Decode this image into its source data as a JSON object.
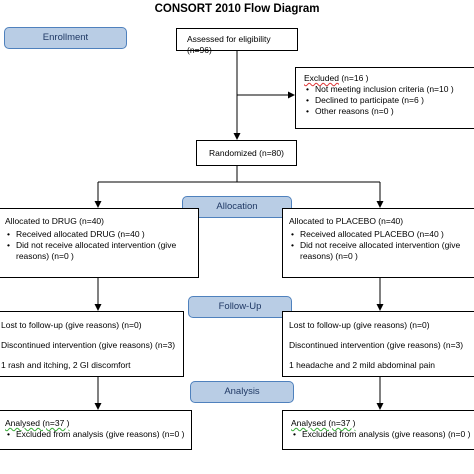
{
  "title": "CONSORT 2010 Flow Diagram",
  "stages": {
    "enrollment": "Enrollment",
    "allocation": "Allocation",
    "followup": "Follow-Up",
    "analysis": "Analysis"
  },
  "assessed": "Assessed for eligibility (n=96)",
  "excluded": {
    "header_word": "Excluded",
    "header_rest": " (n=16 )",
    "items": [
      "Not meeting inclusion criteria (n=10 )",
      "Declined to participate (n=6 )",
      "Other reasons (n=0 )"
    ]
  },
  "randomized": "Randomized (n=80)",
  "drug": {
    "allocated": "Allocated to DRUG (n=40)",
    "received": "Received allocated DRUG (n=40 )",
    "not_received": "Did not receive allocated intervention (give reasons) (n=0 )",
    "lost": "Lost to follow-up (give reasons) (n=0)",
    "discontinued": "Discontinued intervention (give reasons) (n=3)",
    "reasons": "1 rash and itching, 2 GI discomfort",
    "analysed": "Analysed (n=37 )",
    "excluded": "Excluded from analysis (give reasons) (n=0 )"
  },
  "placebo": {
    "allocated": "Allocated to PLACEBO (n=40)",
    "received": "Received allocated PLACEBO (n=40 )",
    "not_received": "Did not receive allocated intervention (give reasons) (n=0 )",
    "lost": "Lost to follow-up (give reasons) (n=0)",
    "discontinued": "Discontinued intervention (give reasons) (n=3)",
    "reasons": "1 headache and 2 mild abdominal pain",
    "analysed": "Analysed (n=37 )",
    "excluded": "Excluded from analysis (give reasons) (n=0 )"
  }
}
